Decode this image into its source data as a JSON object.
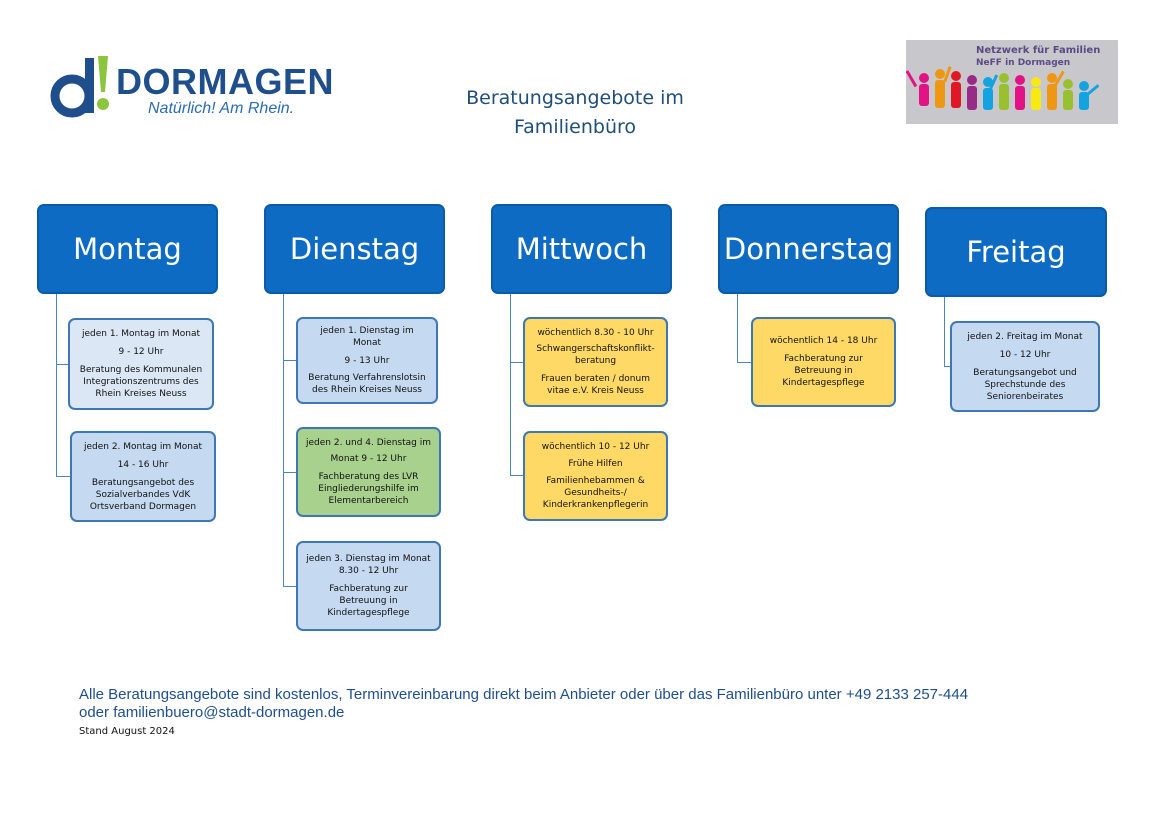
{
  "logo": {
    "name": "DORMAGEN",
    "tagline": "Natürlich! Am Rhein."
  },
  "title": {
    "line1": "Beratungsangebote im",
    "line2": "Familienbüro"
  },
  "network": {
    "line1": "Netzwerk für Familien",
    "line2": "NeFF in Dormagen"
  },
  "days": [
    {
      "label": "Montag"
    },
    {
      "label": "Dienstag"
    },
    {
      "label": "Mittwoch"
    },
    {
      "label": "Donnerstag"
    },
    {
      "label": "Freitag"
    }
  ],
  "cards": {
    "montag1": {
      "l1": "jeden 1. Montag im Monat",
      "l2": "9  - 12 Uhr",
      "l3": "Beratung des Kommunalen Integrationszentrums des Rhein Kreises Neuss"
    },
    "montag2": {
      "l1": "jeden 2. Montag im Monat",
      "l2": "14 - 16 Uhr",
      "l3": "Beratungsangebot des Sozialverbandes VdK Ortsverband Dormagen"
    },
    "dienstag1": {
      "l1": "jeden  1. Dienstag im Monat",
      "l2": "9 - 13 Uhr",
      "l3": "Beratung Verfahrenslotsin des Rhein Kreises Neuss"
    },
    "dienstag2": {
      "l1": "jeden 2. und 4. Dienstag im",
      "l2": "Monat 9 - 12 Uhr",
      "l3": "Fachberatung des LVR Eingliederungshilfe im Elementarbereich"
    },
    "dienstag3": {
      "l1": "jeden 3. Dienstag im Monat",
      "l2": "8.30 - 12 Uhr",
      "l3": "Fachberatung zur Betreuung in Kindertagespflege"
    },
    "mittwoch1": {
      "l1": "wöchentlich 8.30 - 10 Uhr",
      "l2": "Schwangerschaftskonflikt-beratung",
      "l3": "Frauen beraten / donum vitae e.V. Kreis Neuss"
    },
    "mittwoch2": {
      "l1": "wöchentlich 10 - 12 Uhr",
      "l2": "Frühe Hilfen",
      "l3": "Familienhebammen & Gesundheits-/ Kinderkrankenpflegerin"
    },
    "donnerstag1": {
      "l1": "wöchentlich 14 - 18 Uhr",
      "l2": "Fachberatung zur Betreuung in Kindertagespflege"
    },
    "freitag1": {
      "l1": "jeden 2. Freitag im Monat",
      "l2": "10 - 12 Uhr",
      "l3": "Beratungsangebot und Sprechstunde  des Seniorenbeirates"
    }
  },
  "footer": {
    "line1": "Alle Beratungsangebote sind kostenlos, Terminvereinbarung direkt beim Anbieter oder über das Familienbüro unter +49 2133 257-444",
    "line2": "oder familienbuero@stadt-dormagen.de",
    "stand": "Stand August 2024"
  },
  "colors": {
    "header_blue": "#0e6bc4",
    "card_blue": "#c5d9f1",
    "card_green": "#a9d18e",
    "card_yellow": "#ffd966"
  }
}
